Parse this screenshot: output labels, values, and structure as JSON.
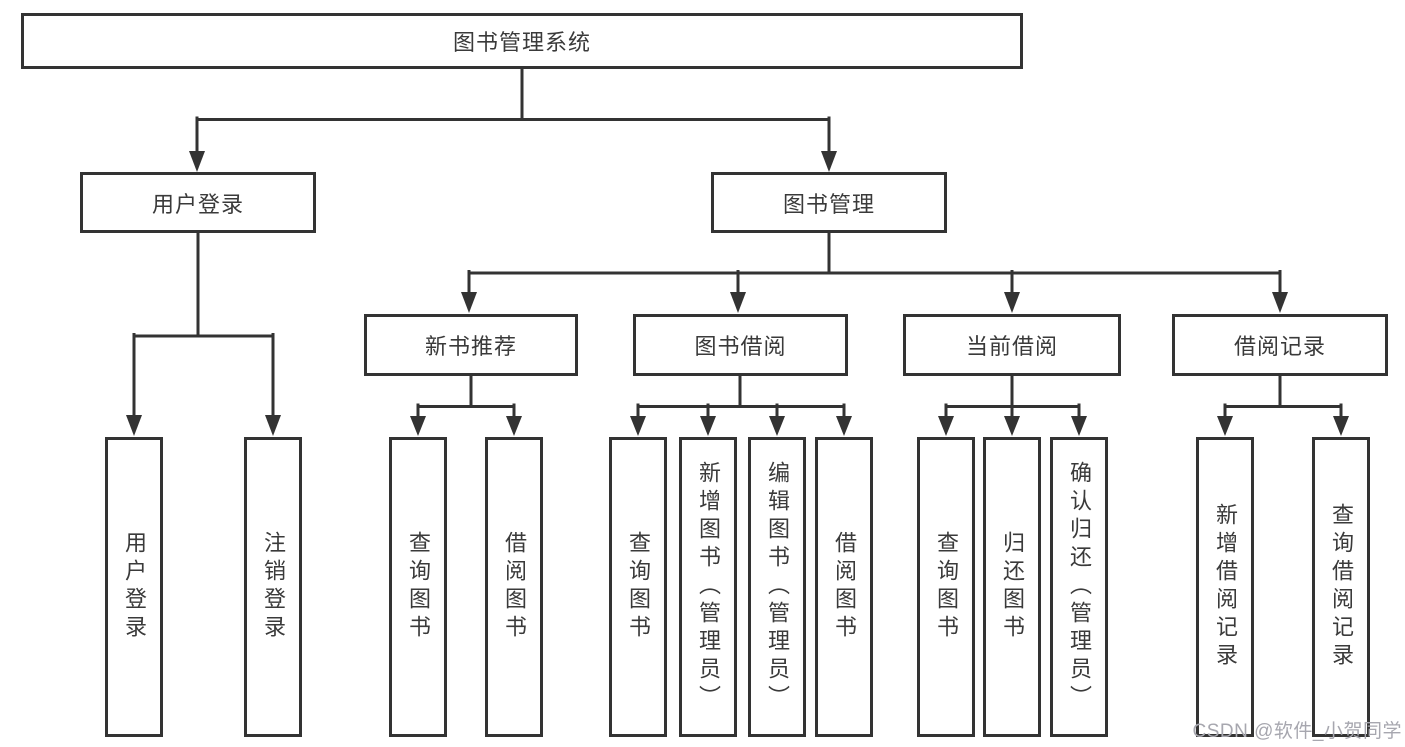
{
  "diagram": {
    "title_node": "图书管理系统",
    "branches": {
      "user": {
        "label": "用户登录",
        "children": [
          {
            "label": "用户登录"
          },
          {
            "label": "注销登录"
          }
        ]
      },
      "book": {
        "label": "图书管理",
        "groups": [
          {
            "label": "新书推荐",
            "children": [
              {
                "label": "查询图书"
              },
              {
                "label": "借阅图书"
              }
            ]
          },
          {
            "label": "图书借阅",
            "children": [
              {
                "label": "查询图书"
              },
              {
                "label": "新增图书（管理员）"
              },
              {
                "label": "编辑图书（管理员）"
              },
              {
                "label": "借阅图书"
              }
            ]
          },
          {
            "label": "当前借阅",
            "children": [
              {
                "label": "查询图书"
              },
              {
                "label": "归还图书"
              },
              {
                "label": "确认归还（管理员）"
              }
            ]
          },
          {
            "label": "借阅记录",
            "children": [
              {
                "label": "新增借阅记录"
              },
              {
                "label": "查询借阅记录"
              }
            ]
          }
        ]
      }
    }
  },
  "watermark": {
    "text": "CSDN @软件_小贺同学"
  },
  "colors": {
    "line": "#333333",
    "box_border": "#333333",
    "box_background": "#ffffff",
    "text": "#3a3a3a",
    "watermark": "#a7a7af",
    "page_background": "#ffffff"
  }
}
